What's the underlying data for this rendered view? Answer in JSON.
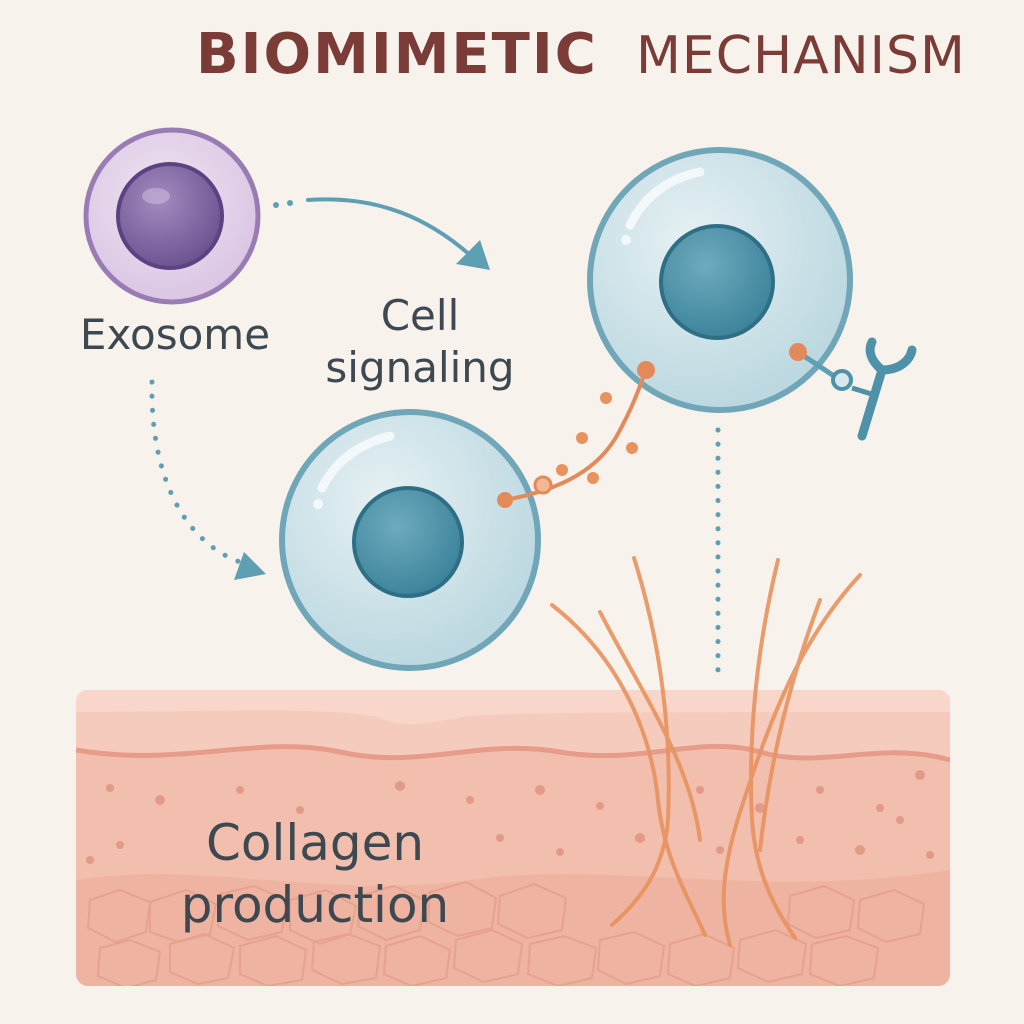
{
  "title": {
    "bold": "BIOMIMETIC",
    "regular": "MECHANISM"
  },
  "labels": {
    "exosome": "Exosome",
    "cell_signaling_line1": "Cell",
    "cell_signaling_line2": "signaling",
    "collagen_line1": "Collagen",
    "collagen_line2": "production"
  },
  "colors": {
    "background": "#f7f2ec",
    "title": "#7b3b36",
    "label_text": "#3d4850",
    "exosome_purple": "#7a5c9e",
    "cell_blue": "#7fb0c2",
    "nucleus_teal": "#3f8aa0",
    "signal_orange": "#e48a5a",
    "skin_pink": "#f1b9a8",
    "arrow_teal": "#5f9fb3"
  }
}
